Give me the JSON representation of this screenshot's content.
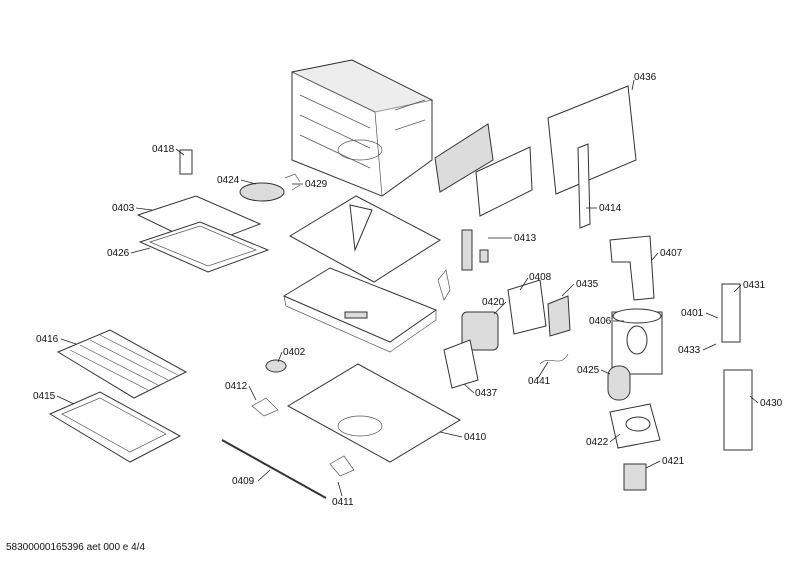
{
  "parts": [
    {
      "id": "0436",
      "label": "0436"
    },
    {
      "id": "0418",
      "label": "0418"
    },
    {
      "id": "0424",
      "label": "0424"
    },
    {
      "id": "0429",
      "label": "0429"
    },
    {
      "id": "0403",
      "label": "0403"
    },
    {
      "id": "0426",
      "label": "0426"
    },
    {
      "id": "0414",
      "label": "0414"
    },
    {
      "id": "0413",
      "label": "0413"
    },
    {
      "id": "0408",
      "label": "0408"
    },
    {
      "id": "0435",
      "label": "0435"
    },
    {
      "id": "0407",
      "label": "0407"
    },
    {
      "id": "0431",
      "label": "0431"
    },
    {
      "id": "0401",
      "label": "0401"
    },
    {
      "id": "0420",
      "label": "0420"
    },
    {
      "id": "0406",
      "label": "0406"
    },
    {
      "id": "0433",
      "label": "0433"
    },
    {
      "id": "0416",
      "label": "0416"
    },
    {
      "id": "0402",
      "label": "0402"
    },
    {
      "id": "0425",
      "label": "0425"
    },
    {
      "id": "0441",
      "label": "0441"
    },
    {
      "id": "0437",
      "label": "0437"
    },
    {
      "id": "0412",
      "label": "0412"
    },
    {
      "id": "0415",
      "label": "0415"
    },
    {
      "id": "0430",
      "label": "0430"
    },
    {
      "id": "0410",
      "label": "0410"
    },
    {
      "id": "0422",
      "label": "0422"
    },
    {
      "id": "0421",
      "label": "0421"
    },
    {
      "id": "0409",
      "label": "0409"
    },
    {
      "id": "0411",
      "label": "0411"
    }
  ],
  "footer": "58300000165396 aet 000 e 4/4"
}
